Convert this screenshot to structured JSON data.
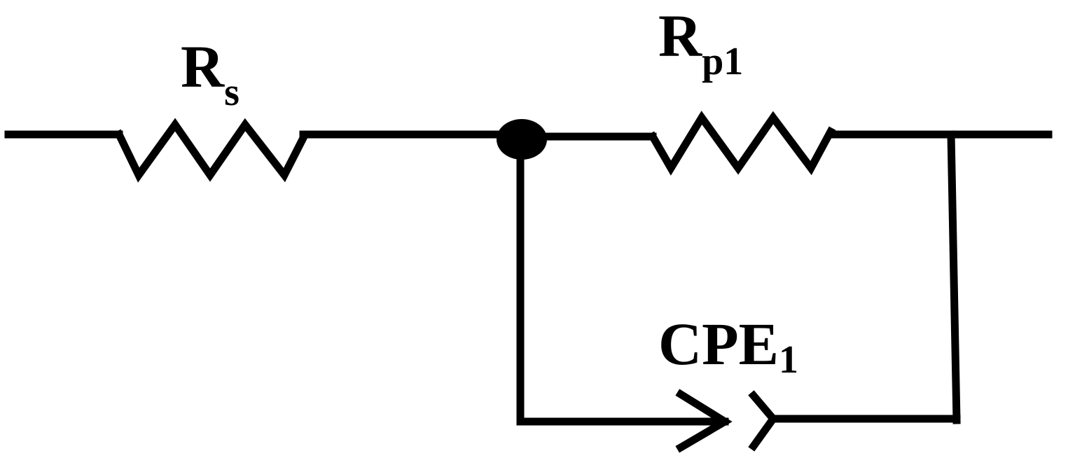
{
  "diagram": {
    "type": "equivalent-circuit",
    "components": [
      {
        "id": "rs",
        "kind": "resistor",
        "label": {
          "main": "R",
          "sub": "s"
        }
      },
      {
        "id": "rp1",
        "kind": "resistor",
        "label": {
          "main": "R",
          "sub": "p1"
        }
      },
      {
        "id": "cpe1",
        "kind": "constant-phase-element",
        "label": {
          "main": "CPE",
          "sub": "1"
        }
      }
    ],
    "connections": [
      {
        "from": "input",
        "to": "rs"
      },
      {
        "from": "rs",
        "to": "junction"
      },
      {
        "from": "junction",
        "to": "rp1"
      },
      {
        "from": "junction",
        "to": "cpe1"
      },
      {
        "from": "rp1",
        "to": "output"
      },
      {
        "from": "cpe1",
        "to": "output"
      }
    ],
    "colors": {
      "line": "#000000",
      "background": "#ffffff"
    }
  }
}
